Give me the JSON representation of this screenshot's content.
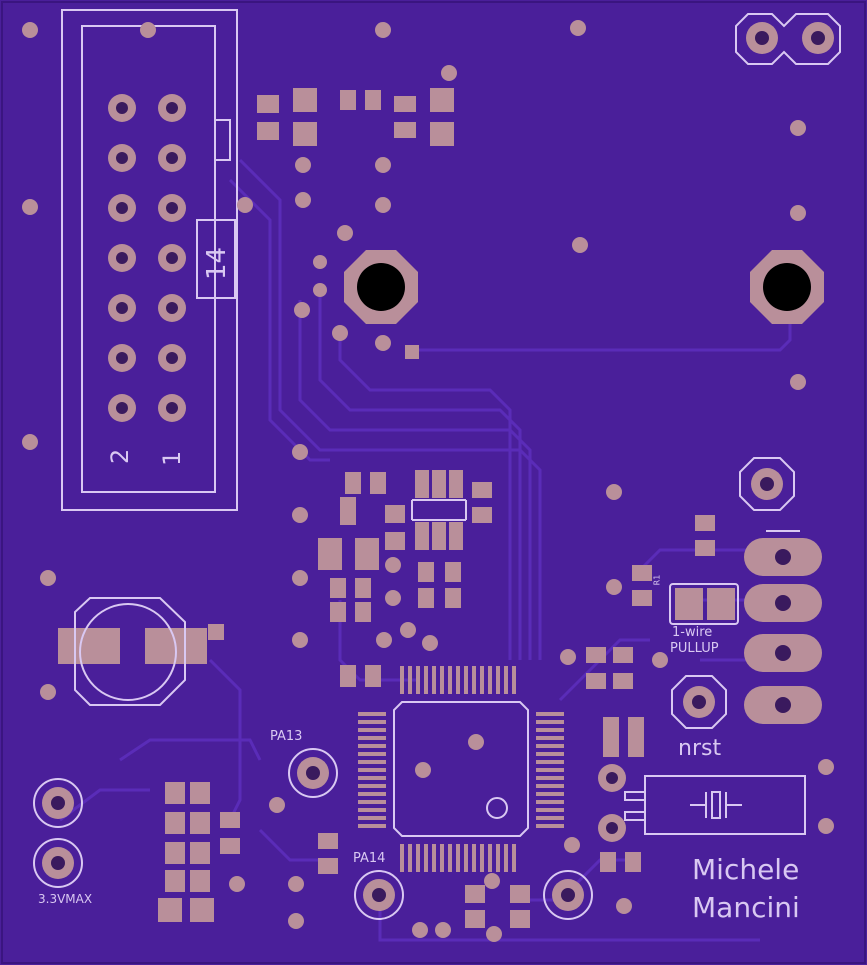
{
  "colors": {
    "board": "#4a1f9a",
    "silkscreen": "#d9c8f2",
    "copper": "#b98f9a",
    "trace": "#5a2cb8"
  },
  "labels": {
    "header_num_14": "14",
    "header_num_2": "2",
    "header_num_1": "1",
    "onewire": "1-wire",
    "pullup": "PULLUP",
    "r1": "R1",
    "nrst": "nrst",
    "pa13": "PA13",
    "pa14": "PA14",
    "vmax": "3.3VMAX",
    "author_line1": "Michele",
    "author_line2": "Mancini"
  }
}
